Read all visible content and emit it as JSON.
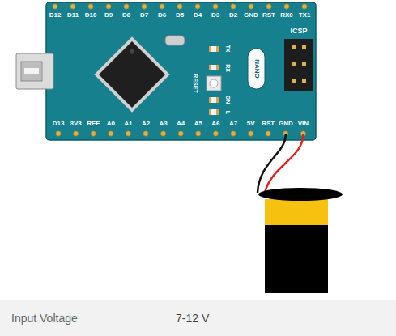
{
  "diagram": {
    "labels": [
      "D12",
      "D11",
      "D10",
      "D9",
      "D8",
      "D7",
      "D6",
      "D5",
      "D4",
      "D3",
      "D2",
      "GND",
      "RST",
      "RX0",
      "TX1",
      "ICSP",
      "TX",
      "RX",
      "ON",
      "L",
      "RESET",
      "NANO",
      "D13",
      "3V3",
      "REF",
      "A0",
      "A1",
      "A2",
      "A3",
      "A4",
      "A5",
      "A6",
      "A7",
      "5V",
      "RST",
      "GND",
      "VIN",
      "Input Voltage",
      "7-12 V"
    ]
  }
}
